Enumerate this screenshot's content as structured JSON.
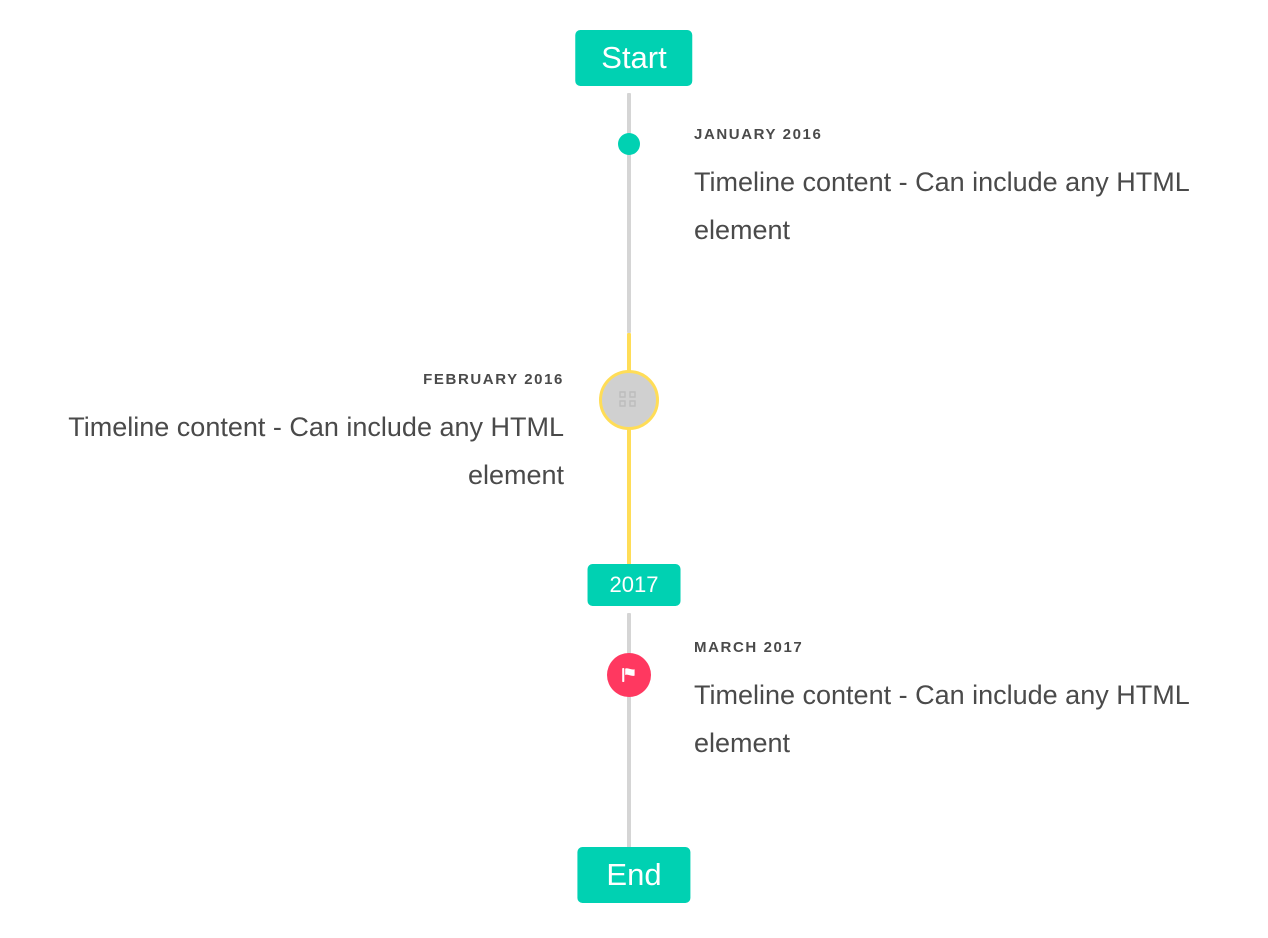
{
  "timeline": {
    "header": {
      "label": "Start",
      "color": "#00d1b2"
    },
    "footer": {
      "label": "End",
      "color": "#00d1b2"
    },
    "divider": {
      "label": "2017",
      "color": "#00d1b2"
    },
    "axis": {
      "default_color": "#d5d5d5",
      "warning_color": "#ffdd57"
    },
    "items": [
      {
        "side": "right",
        "heading": "JANUARY 2016",
        "body": "Timeline content - Can include any HTML element",
        "marker": "dot-marker",
        "marker_color": "#00d1b2"
      },
      {
        "side": "left",
        "heading": "FEBRUARY 2016",
        "body": "Timeline content - Can include any HTML element",
        "marker": "broken-image-marker",
        "marker_color": "#d0d0d0",
        "marker_ring_color": "#ffdd57"
      },
      {
        "side": "right",
        "heading": "MARCH 2017",
        "body": "Timeline content - Can include any HTML element",
        "marker": "flag-icon-marker",
        "marker_color": "#ff3860"
      }
    ]
  }
}
